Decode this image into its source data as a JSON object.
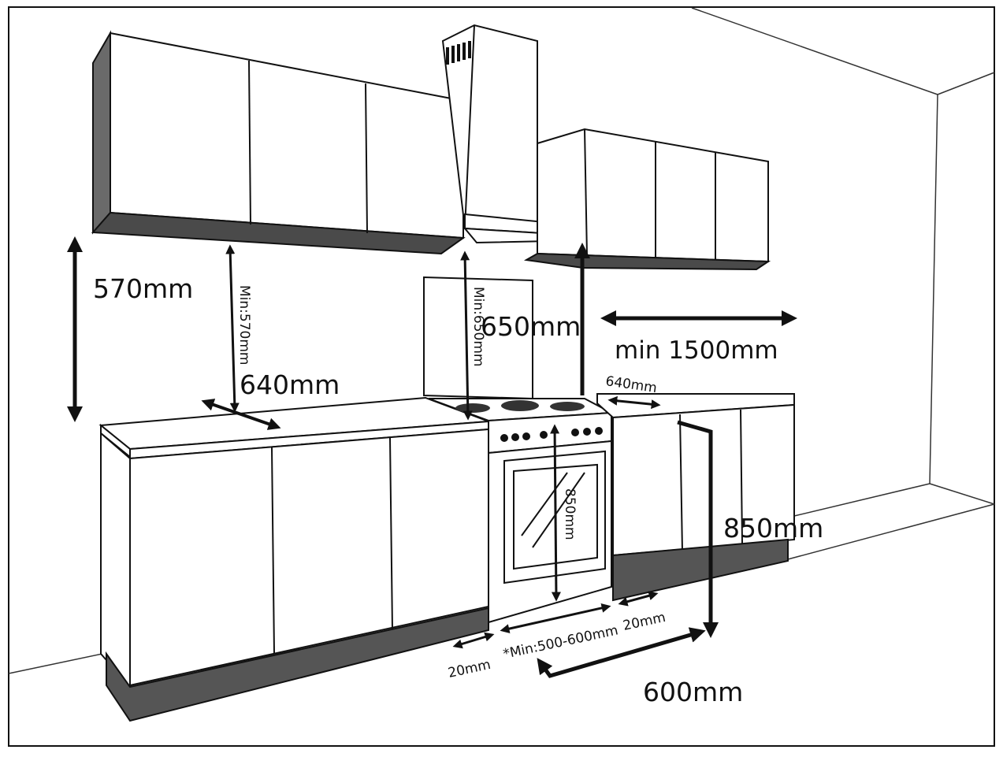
{
  "diagram": {
    "subject": "",
    "colors": {
      "line": "#111111",
      "plinth": "#555555",
      "cabinet_underside": "#4a4a4a",
      "background": "#ffffff"
    },
    "labels": {
      "wall_cabinet_height": "570mm",
      "min_570": "Min:570mm",
      "left_counter_depth": "640mm",
      "min_650": "Min:650mm",
      "hood_height": "650mm",
      "min_1500": "min 1500mm",
      "right_counter_depth": "640mm",
      "stove_height": "850mm",
      "cabinet_height": "850mm",
      "gap_left": "20mm",
      "stove_width": "*Min:500-600mm",
      "gap_right": "20mm",
      "floor_depth": "600mm"
    }
  }
}
